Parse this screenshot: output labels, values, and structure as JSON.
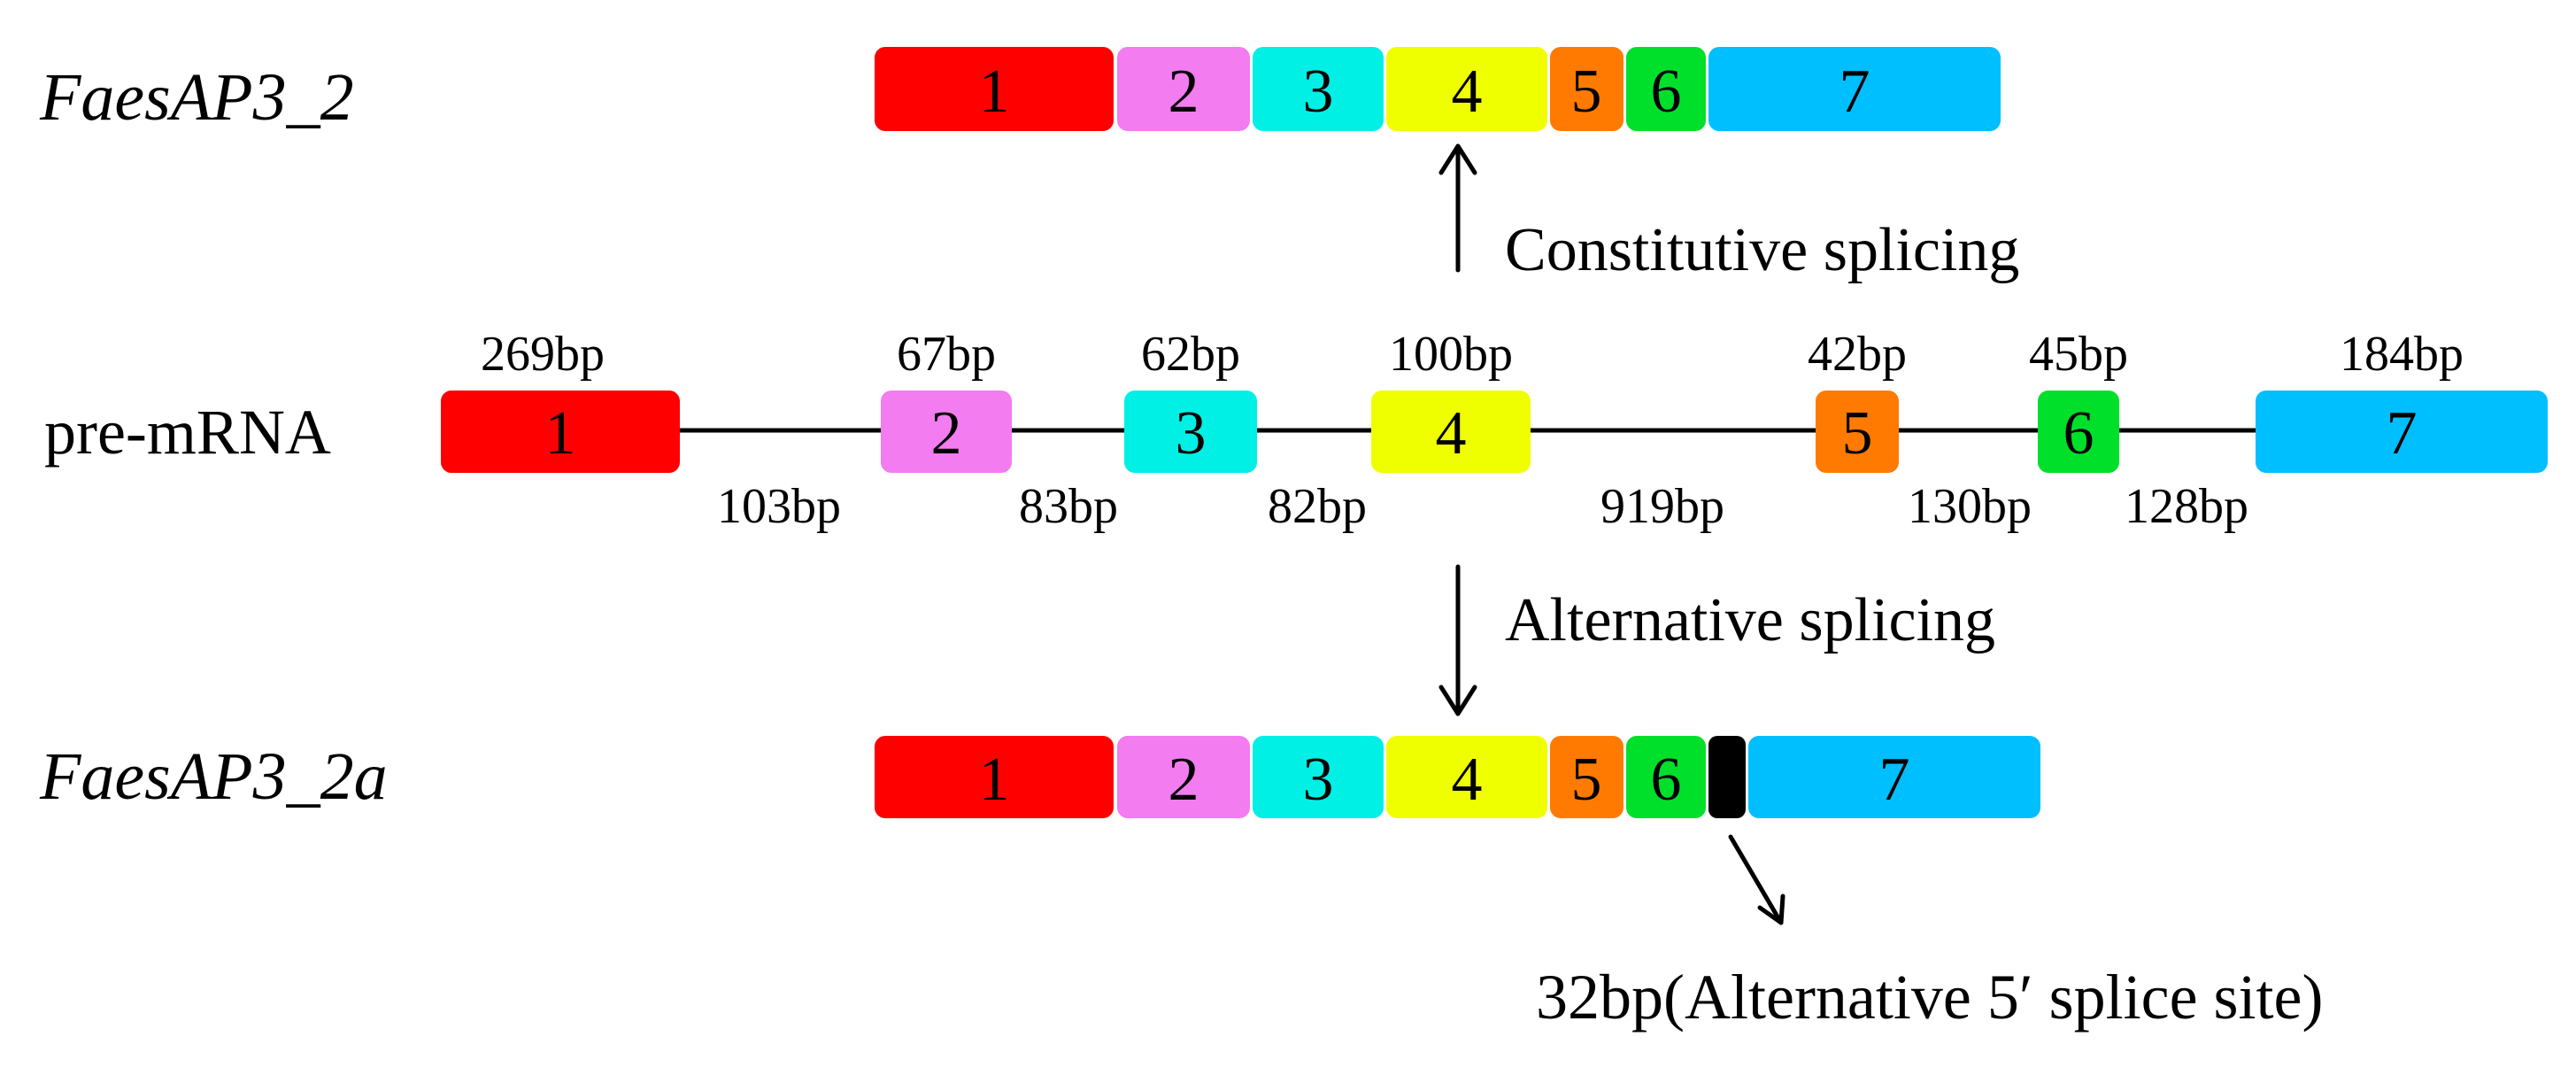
{
  "colors": {
    "exon1": "#ff0000",
    "exon2": "#f27cf0",
    "exon3": "#00f0e6",
    "exon4": "#f0ff00",
    "exon5": "#ff7a00",
    "exon6": "#00e02a",
    "exon7": "#00bfff",
    "insert": "#000000"
  },
  "labels": {
    "top_transcript": "FaesAP3_2",
    "pre_mrna": "pre-mRNA",
    "bottom_transcript": "FaesAP3_2a"
  },
  "exon_numbers": [
    "1",
    "2",
    "3",
    "4",
    "5",
    "6",
    "7"
  ],
  "exon_lengths": [
    "269bp",
    "67bp",
    "62bp",
    "100bp",
    "42bp",
    "45bp",
    "184bp"
  ],
  "intron_lengths": [
    "103bp",
    "83bp",
    "82bp",
    "919bp",
    "130bp",
    "128bp"
  ],
  "processes": {
    "constitutive": "Constitutive splicing",
    "alternative": "Alternative splicing"
  },
  "insert_note": "32bp(Alternative 5′ splice site)"
}
